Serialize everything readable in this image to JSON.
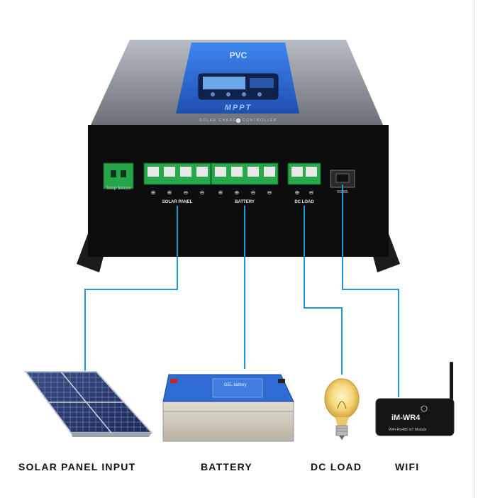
{
  "device": {
    "brand_logo": "PVC",
    "model_text": "MPPT",
    "subtitle": "SOLAR CHARGE CONTROLLER",
    "temp_sensor_label": "Temp Sensor",
    "solar_panel_label": "SOLAR PANEL",
    "battery_label": "BATTERY",
    "dc_load_label": "DC LOAD",
    "rs485_label": "RS485"
  },
  "products": {
    "battery_brand": "GEL battery",
    "wifi_module_model": "iM-WR4",
    "wifi_module_subtitle": "WiFi-RS485 IoT Module"
  },
  "captions": {
    "solar": "SOLAR PANEL INPUT",
    "battery": "BATTERY",
    "dc_load": "DC LOAD",
    "wifi": "WIFI"
  },
  "colors": {
    "wire": "#1d9ad6",
    "blue_panel": "#2f6fd8",
    "enclosure_black": "#0d0d0d",
    "terminal_green": "#27a84a"
  }
}
